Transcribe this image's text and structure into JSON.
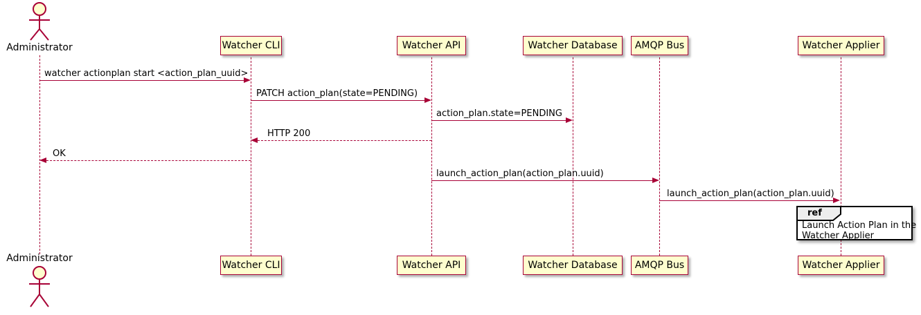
{
  "diagram_type": "plantuml-sequence",
  "colors": {
    "participant_fill": "#FEFECE",
    "line_color": "#A80036",
    "text_color": "#000000",
    "ref_header_fill": "#EEEEEE",
    "ref_border": "#000000",
    "background": "#FFFFFF"
  },
  "actor": {
    "name": "Administrator"
  },
  "participants": [
    {
      "name": "Watcher CLI"
    },
    {
      "name": "Watcher API"
    },
    {
      "name": "Watcher Database"
    },
    {
      "name": "AMQP Bus"
    },
    {
      "name": "Watcher Applier"
    }
  ],
  "messages": [
    {
      "from": "Administrator",
      "to": "Watcher CLI",
      "text": "watcher actionplan start <action_plan_uuid>",
      "line": "solid",
      "direction": "right"
    },
    {
      "from": "Watcher CLI",
      "to": "Watcher API",
      "text": "PATCH action_plan(state=PENDING)",
      "line": "solid",
      "direction": "right"
    },
    {
      "from": "Watcher API",
      "to": "Watcher Database",
      "text": "action_plan.state=PENDING",
      "line": "solid",
      "direction": "right"
    },
    {
      "from": "Watcher API",
      "to": "Watcher CLI",
      "text": "HTTP 200",
      "line": "dashed",
      "direction": "left"
    },
    {
      "from": "Watcher CLI",
      "to": "Administrator",
      "text": "OK",
      "line": "dashed",
      "direction": "left"
    },
    {
      "from": "Watcher API",
      "to": "AMQP Bus",
      "text": "launch_action_plan(action_plan.uuid)",
      "line": "solid",
      "direction": "right"
    },
    {
      "from": "AMQP Bus",
      "to": "Watcher Applier",
      "text": "launch_action_plan(action_plan.uuid)",
      "line": "solid",
      "direction": "right"
    }
  ],
  "ref": {
    "keyword": "ref",
    "lines": [
      "Launch Action Plan in the",
      "Watcher Applier"
    ]
  }
}
